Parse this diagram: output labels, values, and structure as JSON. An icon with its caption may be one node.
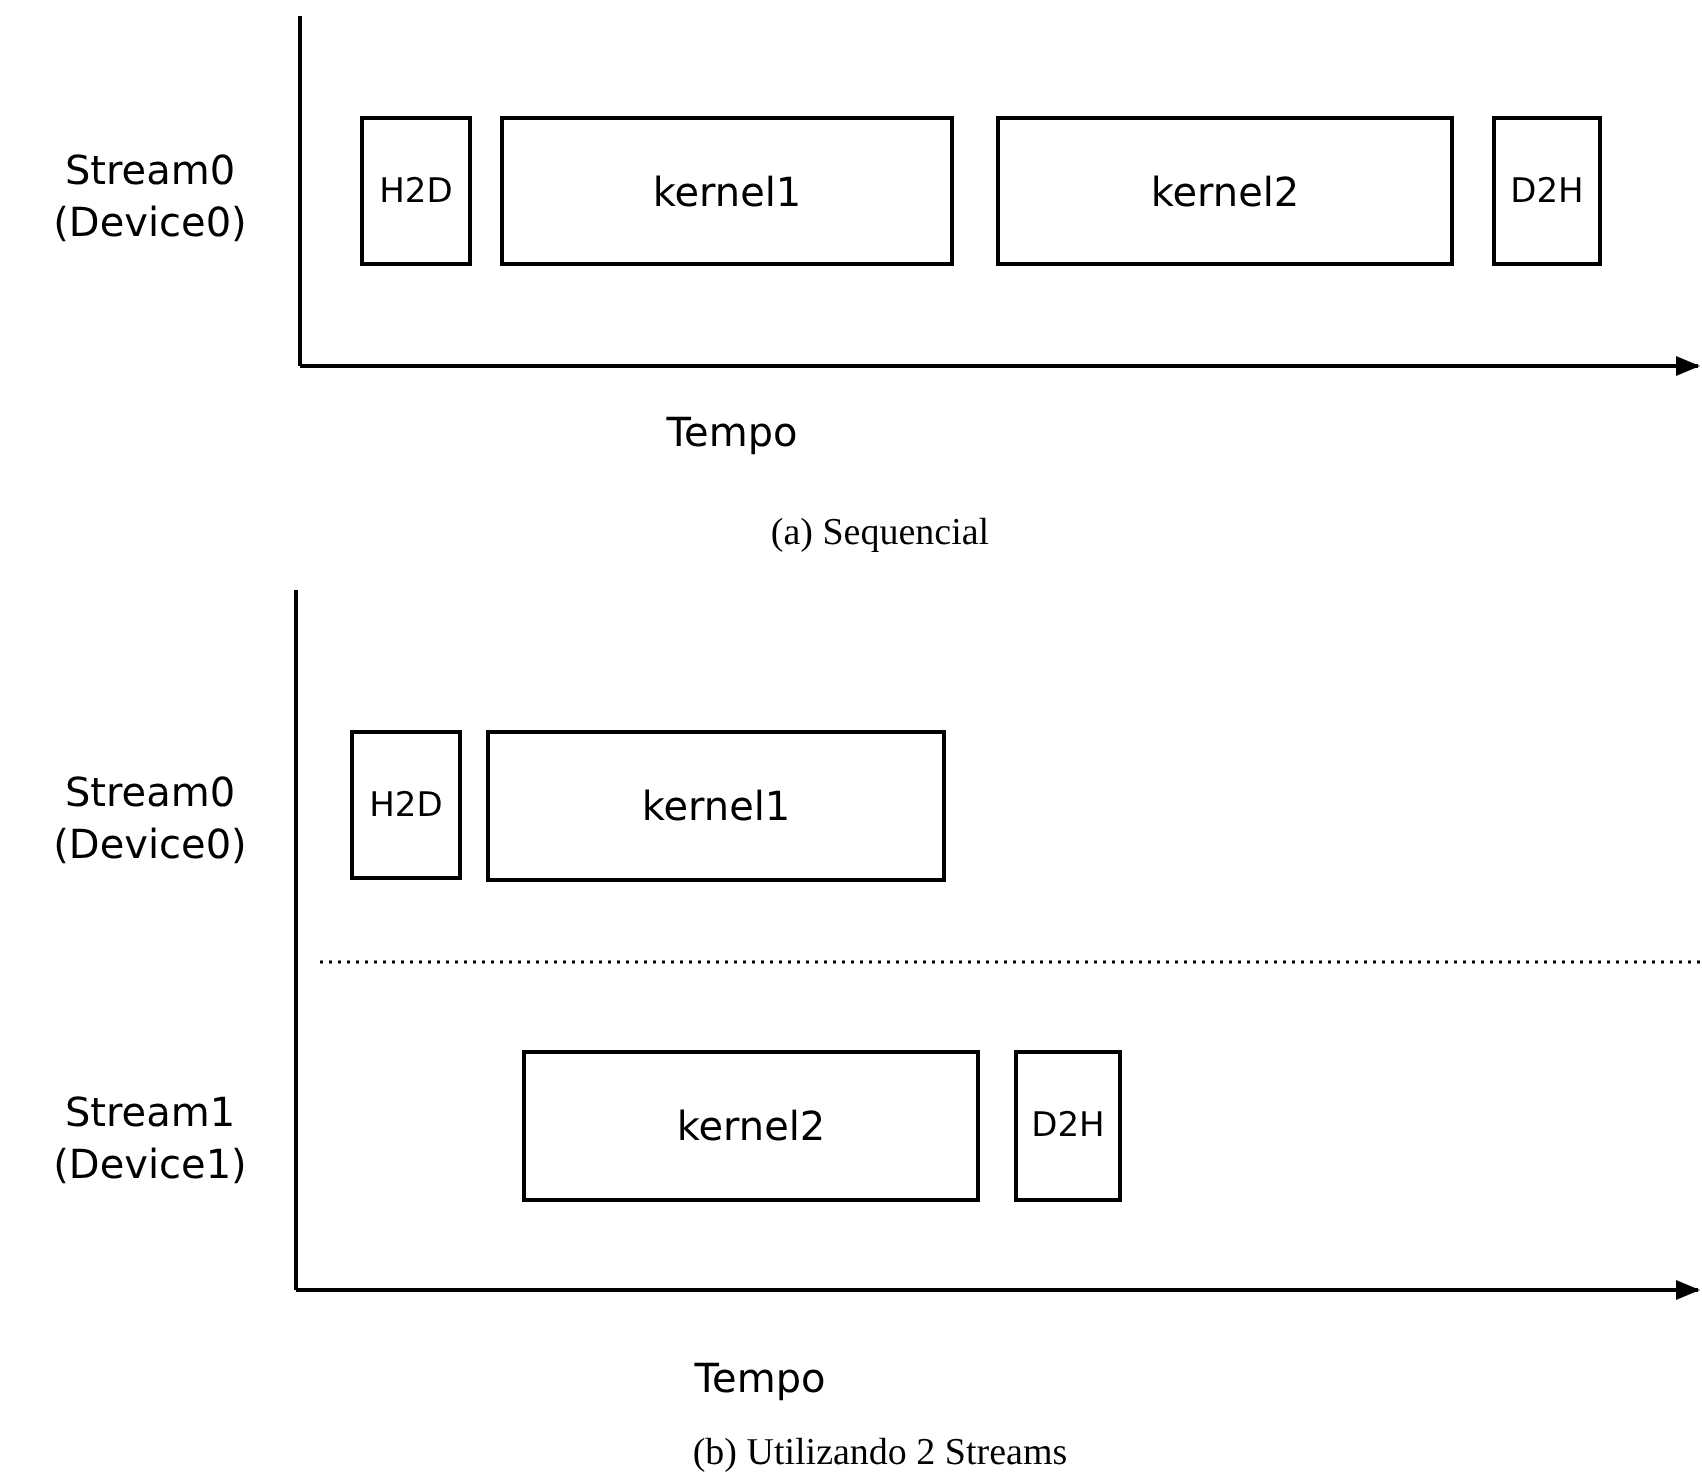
{
  "diagram": {
    "nodes": [
      {
        "text": [
          "H2D"
        ]
      },
      {
        "text": [
          "kernel1"
        ]
      },
      {
        "text": [
          "kernel2"
        ]
      },
      {
        "text": [
          "D2H"
        ]
      },
      {
        "text": [
          "H2D"
        ]
      },
      {
        "text": [
          "kernel1"
        ]
      },
      {
        "text": [
          "kernel2"
        ]
      },
      {
        "text": [
          "D2H"
        ]
      }
    ],
    "labels": [
      "Stream0 (Device0)",
      "Tempo",
      "(a) Sequencial",
      "Stream0 (Device0)",
      "Stream1 (Device1)",
      "Tempo",
      "(b) Utilizando 2 Streams"
    ]
  }
}
